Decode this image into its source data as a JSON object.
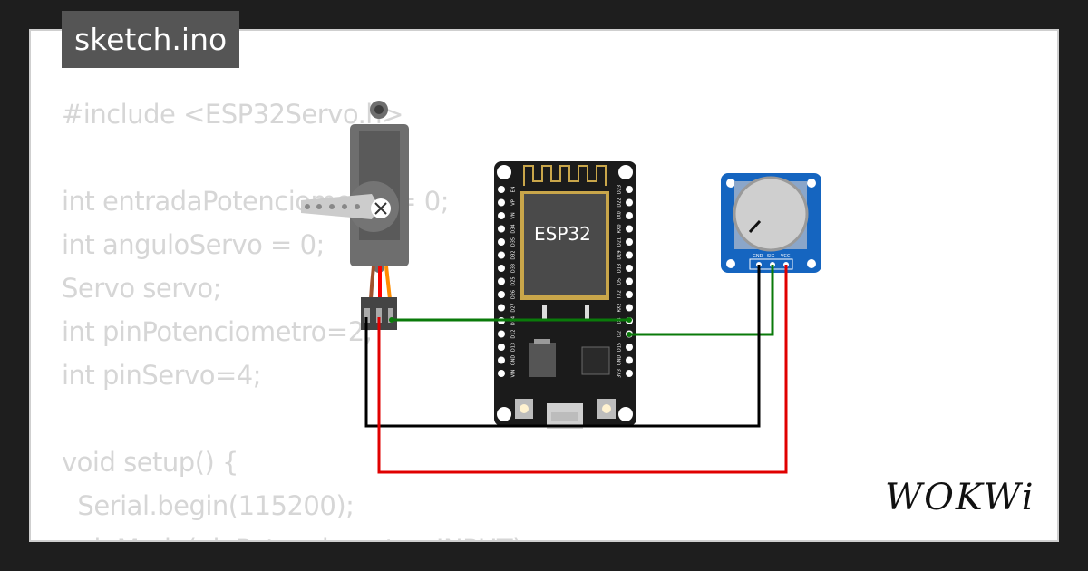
{
  "tab": {
    "filename": "sketch.ino"
  },
  "code": {
    "lines": [
      "#include <ESP32Servo.h>",
      "",
      "int entradaPotenciometro = 0;",
      "int anguloServo = 0;",
      "Servo servo;",
      "int pinPotenciometro=2;",
      "int pinServo=4;",
      "",
      "void setup() {",
      "  Serial.begin(115200);",
      "  pinMode(pinPotenciometro, INPUT);"
    ]
  },
  "esp32": {
    "chip_label": "ESP32",
    "left_pins": [
      "EN",
      "VP",
      "VN",
      "D34",
      "D35",
      "D32",
      "D33",
      "D25",
      "D26",
      "D27",
      "D14",
      "D12",
      "D13",
      "GND",
      "VIN"
    ],
    "right_pins": [
      "D23",
      "D22",
      "TX0",
      "RX0",
      "D21",
      "D19",
      "D18",
      "D5",
      "TX2",
      "RX2",
      "D4",
      "D2",
      "D15",
      "GND",
      "3V3"
    ]
  },
  "potentiometer": {
    "pins": [
      "GND",
      "SIG",
      "VCC"
    ]
  },
  "brand": {
    "logo": "WOKWi"
  },
  "colors": {
    "background": "#1e1e1e",
    "code_text": "#d6d6d6",
    "tab_bg": "#555555",
    "wire_signal": "#0a7a0a",
    "wire_ground": "#000000",
    "wire_power": "#e00000",
    "board": "#1b1b1b",
    "pot_board": "#1565c0"
  }
}
